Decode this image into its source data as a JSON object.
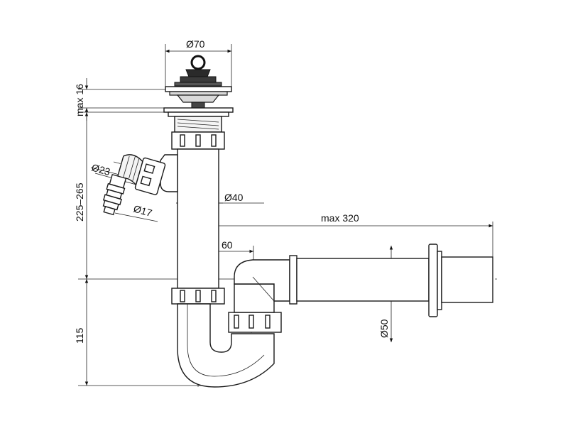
{
  "dimensions": {
    "d_top": "Ø70",
    "max_h": "max 16",
    "height_upper": "225–265",
    "height_lower": "115",
    "d_hose_outer": "Ø23",
    "d_hose_inner": "Ø17",
    "d_tube": "Ø40",
    "offset": "60",
    "max_len": "max 320",
    "d_outlet": "Ø50"
  }
}
